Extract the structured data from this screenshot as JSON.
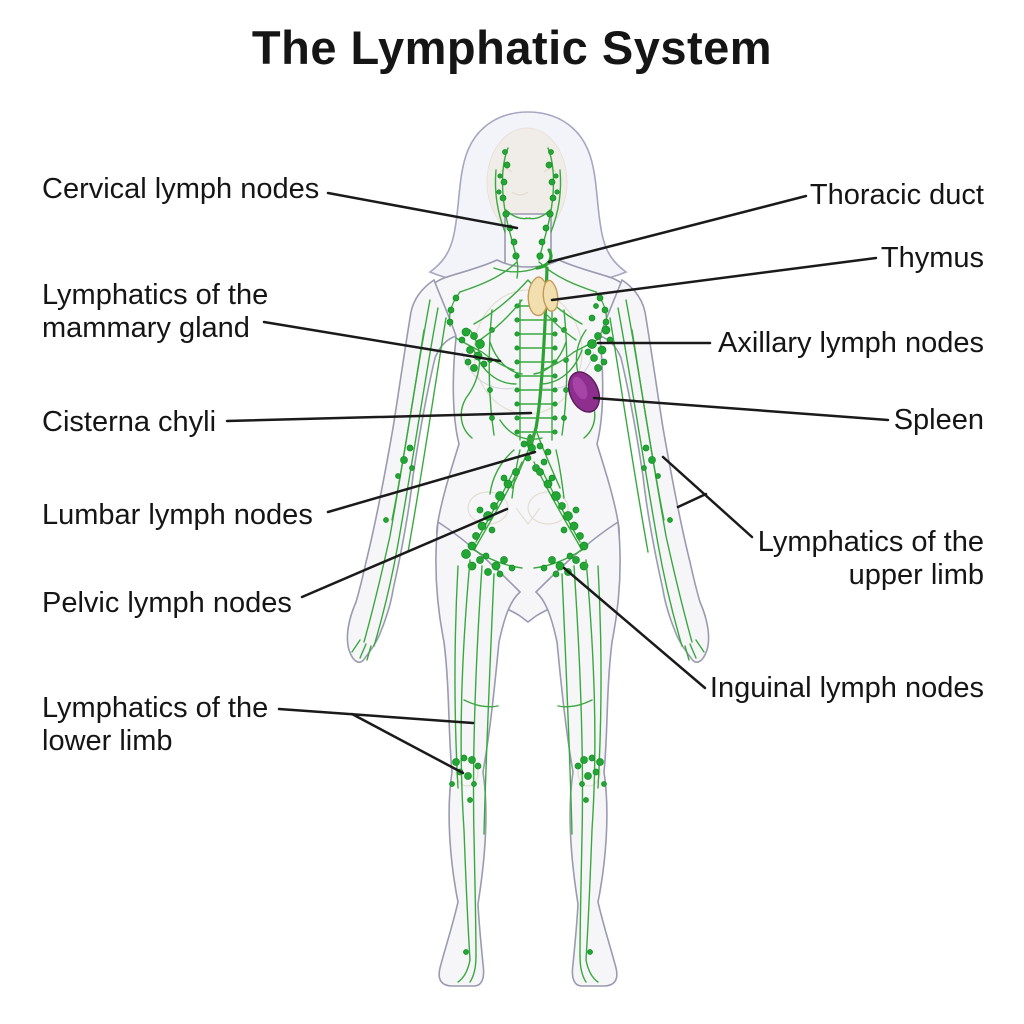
{
  "title": "The Lymphatic System",
  "labels": {
    "left": [
      {
        "id": "cervical-lymph-nodes",
        "text": "Cervical lymph nodes"
      },
      {
        "id": "lymphatics-mammary-gland",
        "text": "Lymphatics of the\nmammary gland"
      },
      {
        "id": "cisterna-chyli",
        "text": "Cisterna chyli"
      },
      {
        "id": "lumbar-lymph-nodes",
        "text": "Lumbar lymph nodes"
      },
      {
        "id": "pelvic-lymph-nodes",
        "text": "Pelvic lymph nodes"
      },
      {
        "id": "lymphatics-lower-limb",
        "text": "Lymphatics of the\nlower limb"
      }
    ],
    "right": [
      {
        "id": "thoracic-duct",
        "text": "Thoracic duct"
      },
      {
        "id": "thymus",
        "text": "Thymus"
      },
      {
        "id": "axillary-lymph-nodes",
        "text": "Axillary lymph nodes"
      },
      {
        "id": "spleen",
        "text": "Spleen"
      },
      {
        "id": "lymphatics-upper-limb",
        "text": "Lymphatics of the\nupper limb"
      },
      {
        "id": "inguinal-lymph-nodes",
        "text": "Inguinal lymph nodes"
      }
    ]
  },
  "colors": {
    "background": "#ffffff",
    "text": "#151515",
    "leader_line": "#1a1a1a",
    "lymph_vessel_green": "#3aa83f",
    "lymph_node_green": "#22a734",
    "thoracic_duct_green": "#2aa232",
    "thymus_cream": "#f2dfb0",
    "thymus_outline": "#c49a56",
    "spleen_purple": "#8e2e8e",
    "spleen_outline": "#5a1c5a",
    "body_fill": "#f6f6f9",
    "body_outline": "#9a9ab0"
  }
}
